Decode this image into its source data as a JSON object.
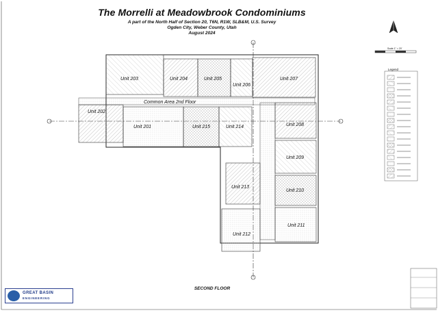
{
  "title": "The Morrelli at Meadowbrook Condominiums",
  "subtitle_lines": [
    "A part of the North Half of Section 20, T6N, R1W, SLB&M, U.S. Survey",
    "Ogden City, Weber County, Utah",
    "August 2024"
  ],
  "floor_label": "SECOND FLOOR",
  "common_area": "Common Area 2nd Floor",
  "units": {
    "u201": "Unit 201",
    "u202": "Unit 202",
    "u203": "Unit 203",
    "u204": "Unit 204",
    "u205": "Unit 205",
    "u206": "Unit 206",
    "u207": "Unit 207",
    "u208": "Unit 208",
    "u209": "Unit 209",
    "u210": "Unit 210",
    "u211": "Unit 211",
    "u212": "Unit 212",
    "u213": "Unit 213",
    "u214": "Unit 214",
    "u215": "Unit 215"
  },
  "legend": {
    "title": "Legend",
    "scale_text": "Scale 1\" = 20'"
  },
  "logo": {
    "line1": "GREAT BASIN",
    "line2": "ENGINEERING"
  },
  "colors": {
    "hatch": "#8a8a8a",
    "line": "#222222",
    "logo_blue": "#2a5fa8"
  }
}
